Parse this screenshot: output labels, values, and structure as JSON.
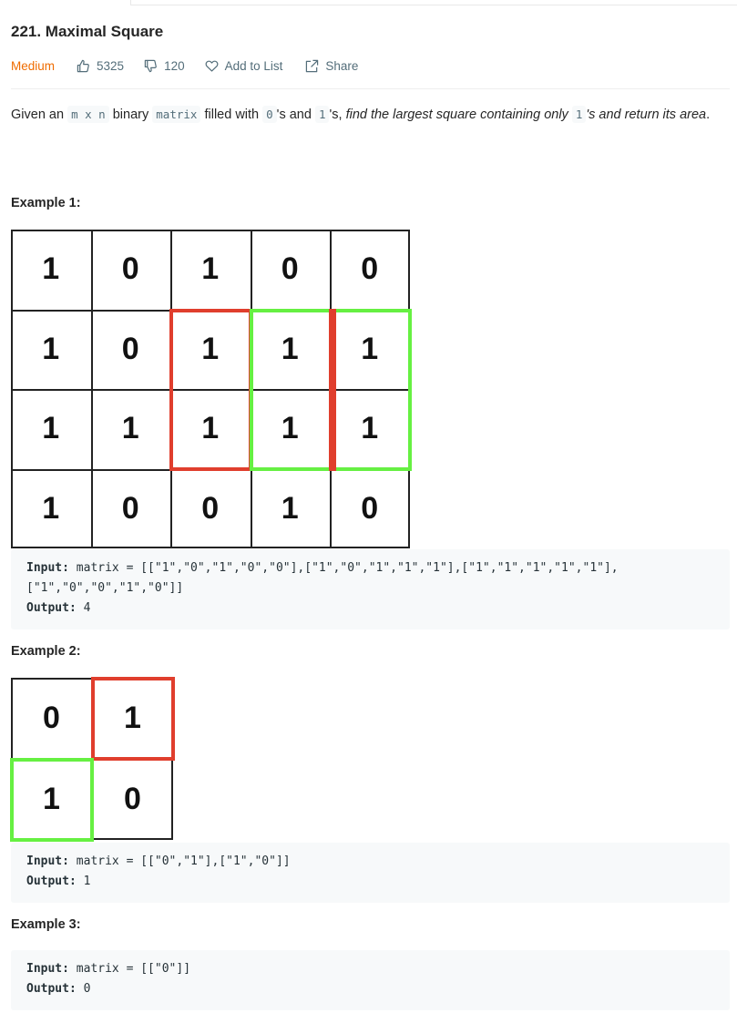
{
  "problem": {
    "title": "221. Maximal Square",
    "difficulty": "Medium",
    "likes": "5325",
    "dislikes": "120",
    "add_to_list": "Add to List",
    "share": "Share",
    "colors": {
      "difficulty": "#ef6c00",
      "highlight_red": "#e03e2d",
      "highlight_green": "#66f042"
    }
  },
  "description": {
    "p1": "Given an ",
    "code1": "m x n",
    "p2": " binary ",
    "code2": "matrix",
    "p3": " filled with ",
    "code3": "0",
    "p4": "'s and ",
    "code4": "1",
    "p5": "'s, ",
    "em1": "find the largest square containing only",
    "p6": " ",
    "code5": "1",
    "em2": "'s and return its area",
    "p7": "."
  },
  "examples": [
    {
      "title": "Example 1:",
      "grid": [
        [
          "1",
          "0",
          "1",
          "0",
          "0"
        ],
        [
          "1",
          "0",
          "1",
          "1",
          "1"
        ],
        [
          "1",
          "1",
          "1",
          "1",
          "1"
        ],
        [
          "1",
          "0",
          "0",
          "1",
          "0"
        ]
      ],
      "input_label": "Input:",
      "input_value": " matrix = [[\"1\",\"0\",\"1\",\"0\",\"0\"],[\"1\",\"0\",\"1\",\"1\",\"1\"],[\"1\",\"1\",\"1\",\"1\",\"1\"],[\"1\",\"0\",\"0\",\"1\",\"0\"]]",
      "output_label": "Output:",
      "output_value": " 4"
    },
    {
      "title": "Example 2:",
      "grid": [
        [
          "0",
          "1"
        ],
        [
          "1",
          "0"
        ]
      ],
      "input_label": "Input:",
      "input_value": " matrix = [[\"0\",\"1\"],[\"1\",\"0\"]]",
      "output_label": "Output:",
      "output_value": " 1"
    },
    {
      "title": "Example 3:",
      "input_label": "Input:",
      "input_value": " matrix = [[\"0\"]]",
      "output_label": "Output:",
      "output_value": " 0"
    }
  ]
}
